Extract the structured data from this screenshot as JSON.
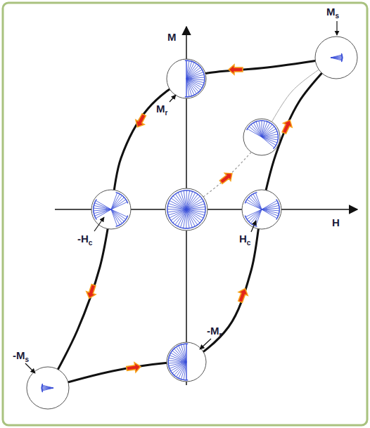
{
  "diagram": {
    "labels": [
      "Ms",
      "M",
      "Mr",
      "-Hc",
      "Hc",
      "H",
      "-Mr",
      "-Ms"
    ]
  }
}
